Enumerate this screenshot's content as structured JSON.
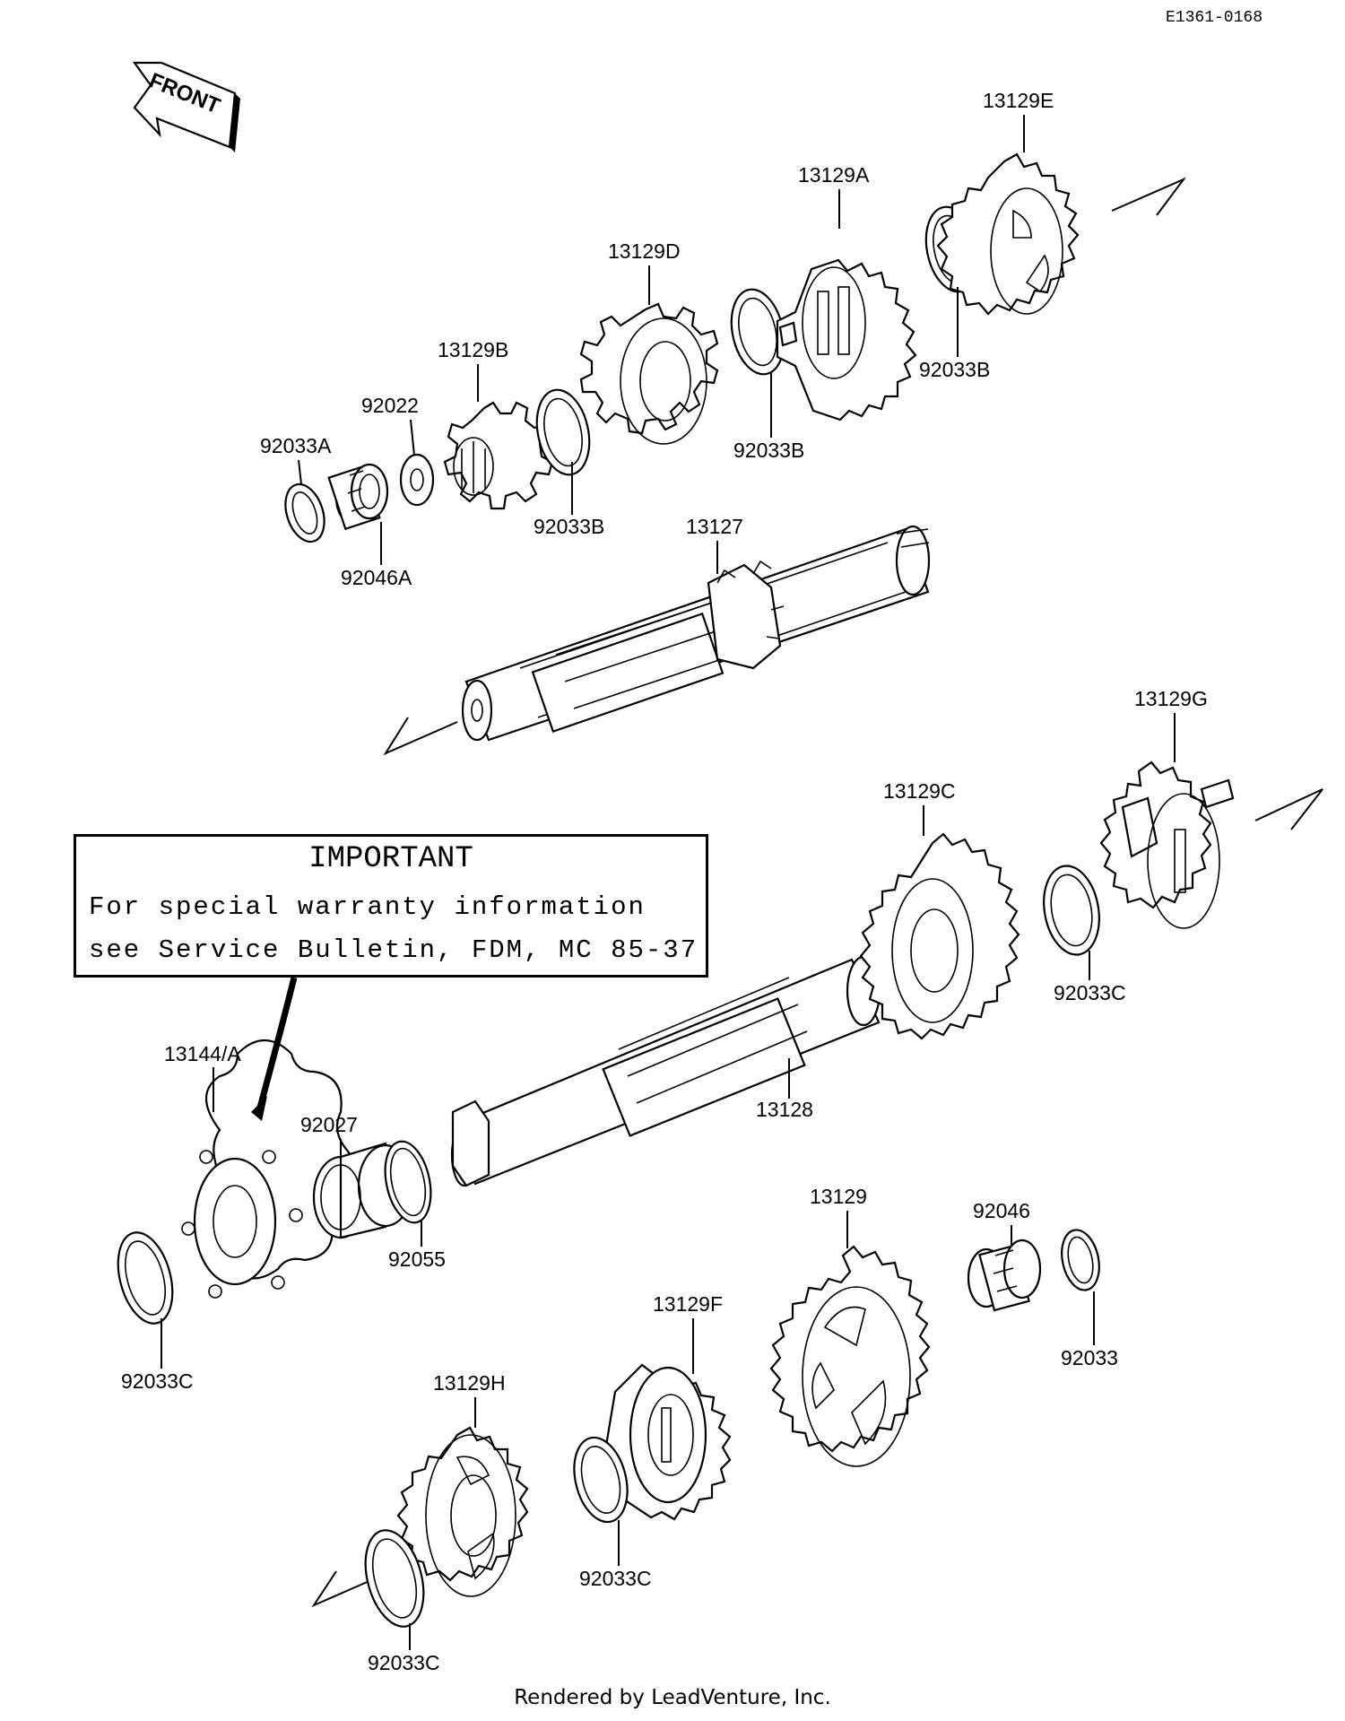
{
  "reference_code": "E1361-0168",
  "front_arrow_label": "FRONT",
  "notice": {
    "heading": "IMPORTANT",
    "line1": "For special warranty information",
    "line2": "see Service Bulletin, FDM, MC 85-37"
  },
  "parts": [
    {
      "id": "13129E",
      "label": "13129E"
    },
    {
      "id": "13129A",
      "label": "13129A"
    },
    {
      "id": "13129D",
      "label": "13129D"
    },
    {
      "id": "92033B-1",
      "label": "92033B"
    },
    {
      "id": "92033B-2",
      "label": "92033B"
    },
    {
      "id": "92033B-3",
      "label": "92033B"
    },
    {
      "id": "13129B",
      "label": "13129B"
    },
    {
      "id": "92022",
      "label": "92022"
    },
    {
      "id": "92033A",
      "label": "92033A"
    },
    {
      "id": "92046A",
      "label": "92046A"
    },
    {
      "id": "13127",
      "label": "13127"
    },
    {
      "id": "13129G",
      "label": "13129G"
    },
    {
      "id": "13129C",
      "label": "13129C"
    },
    {
      "id": "92033C-1",
      "label": "92033C"
    },
    {
      "id": "13128",
      "label": "13128"
    },
    {
      "id": "13144A",
      "label": "13144/A"
    },
    {
      "id": "92027",
      "label": "92027"
    },
    {
      "id": "92055",
      "label": "92055"
    },
    {
      "id": "92033C-2",
      "label": "92033C"
    },
    {
      "id": "13129",
      "label": "13129"
    },
    {
      "id": "92046",
      "label": "92046"
    },
    {
      "id": "92033",
      "label": "92033"
    },
    {
      "id": "13129F",
      "label": "13129F"
    },
    {
      "id": "13129H",
      "label": "13129H"
    },
    {
      "id": "92033C-3",
      "label": "92033C"
    },
    {
      "id": "92033C-4",
      "label": "92033C"
    }
  ],
  "footer": "Rendered by LeadVenture, Inc."
}
